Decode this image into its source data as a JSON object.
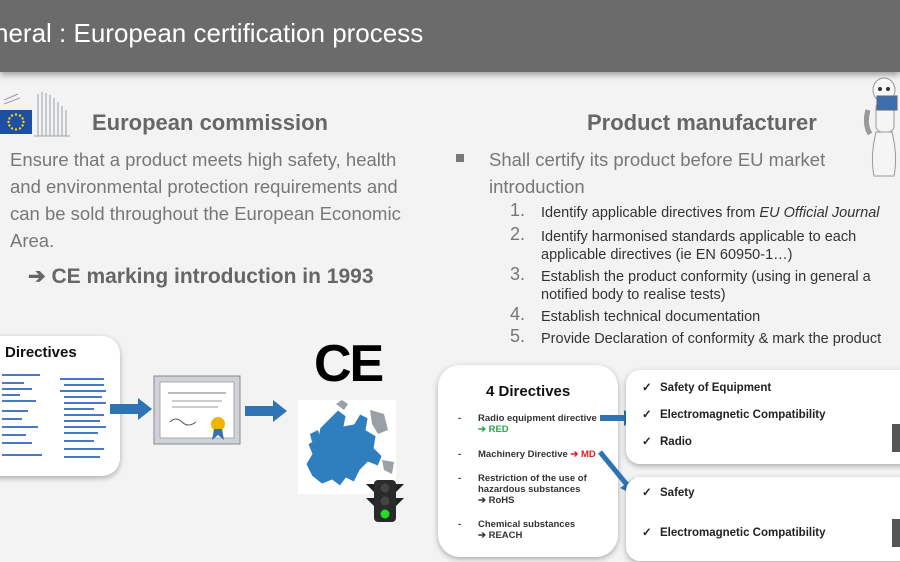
{
  "header": {
    "title": "neral : European certification process"
  },
  "left": {
    "heading": "European commission",
    "body": "Ensure that a product meets high safety, health and environmental protection requirements and can be sold throughout the European Economic Area.",
    "ce_intro": "CE marking introduction in 1993",
    "arrow_glyph": "➔",
    "directives_card_title": "Directives"
  },
  "right": {
    "heading": "Product manufacturer",
    "intro": "Shall certify its product before EU market introduction",
    "steps": [
      {
        "num": "1.",
        "text": "Identify applicable directives from ",
        "em": "EU Official Journal"
      },
      {
        "num": "2.",
        "text": "Identify harmonised standards applicable to each applicable directives (ie EN 60950-1…)"
      },
      {
        "num": "3.",
        "text": "Establish the product conformity (using in general a notified body to realise tests)"
      },
      {
        "num": "4.",
        "text": "Establish technical documentation"
      },
      {
        "num": "5.",
        "text": "Provide Declaration of conformity & mark the product"
      }
    ]
  },
  "directives_box": {
    "title": "4 Directives",
    "items": [
      {
        "dash": "-",
        "text": "Radio equipment directive",
        "tag": "RED",
        "tag_color": "green"
      },
      {
        "dash": "-",
        "text": "Machinery Directive",
        "tag": "MD",
        "tag_color": "red"
      },
      {
        "dash": "-",
        "text": "Restriction of the use of hazardous substances",
        "tag": "RoHS",
        "tag_color": "dark"
      },
      {
        "dash": "-",
        "text": "Chemical substances",
        "tag": "REACH",
        "tag_color": "dark"
      }
    ]
  },
  "red_box": {
    "items": [
      "Safety of Equipment",
      "Electromagnetic Compatibility",
      "Radio"
    ]
  },
  "md_box": {
    "items": [
      "Safety",
      "Electromagnetic Compatibility"
    ]
  },
  "check_glyph": "✓",
  "ce_mark": "CE",
  "colors": {
    "header": "#6b6b6b",
    "arrow_blue": "#2e74b5",
    "eu_blue": "#2f7fbf",
    "red_tag": "#e02020",
    "green_tag": "#2aa84a"
  }
}
